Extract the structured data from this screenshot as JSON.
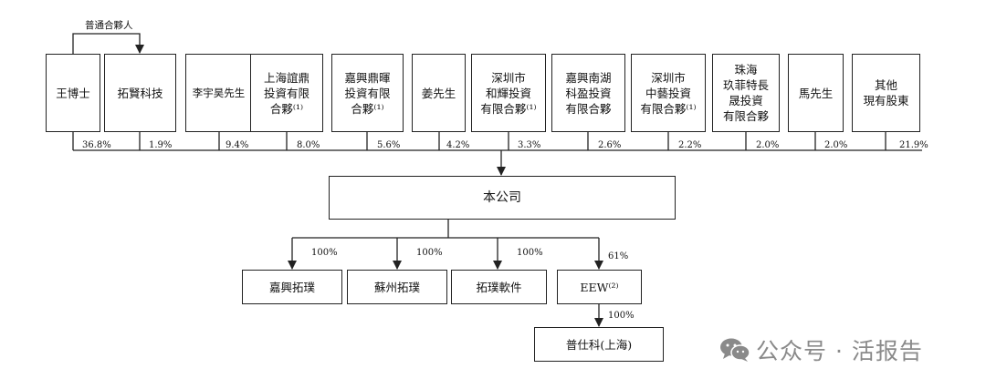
{
  "gp_label": "普通合夥人",
  "shareholders": [
    {
      "name": "王博士",
      "pct": "36.8%"
    },
    {
      "name": "拓賢科技",
      "pct": "1.9%"
    },
    {
      "name": "李宇昊先生",
      "pct": "9.4%"
    },
    {
      "name": "上海誼鼎\n投資有限\n合夥⁽¹⁾",
      "pct": "8.0%"
    },
    {
      "name": "嘉興鼎暉\n投資有限\n合夥⁽¹⁾",
      "pct": "5.6%"
    },
    {
      "name": "姜先生",
      "pct": "4.2%"
    },
    {
      "name": "深圳市\n和輝投資\n有限合夥⁽¹⁾",
      "pct": "3.3%"
    },
    {
      "name": "嘉興南湖\n科盈投資\n有限合夥",
      "pct": "2.6%"
    },
    {
      "name": "深圳市\n中藝投資\n有限合夥⁽¹⁾",
      "pct": "2.2%"
    },
    {
      "name": "珠海\n玖菲特長\n晟投資\n有限合夥",
      "pct": "2.0%"
    },
    {
      "name": "馬先生",
      "pct": "2.0%"
    },
    {
      "name": "其他\n現有股東",
      "pct": "21.9%"
    }
  ],
  "company": "本公司",
  "subsidiaries": [
    {
      "name": "嘉興拓璞",
      "pct": "100%"
    },
    {
      "name": "蘇州拓璞",
      "pct": "100%"
    },
    {
      "name": "拓璞軟件",
      "pct": "100%"
    },
    {
      "name": "EEW⁽²⁾",
      "pct": "61%"
    }
  ],
  "sub_sub": {
    "name": "普仕科(上海)",
    "pct": "100%"
  },
  "watermark": {
    "icon": "wechat-icon",
    "text": "公众号 · 活报告"
  },
  "colors": {
    "line": "#222222",
    "watermark": "#8a8a8a"
  }
}
